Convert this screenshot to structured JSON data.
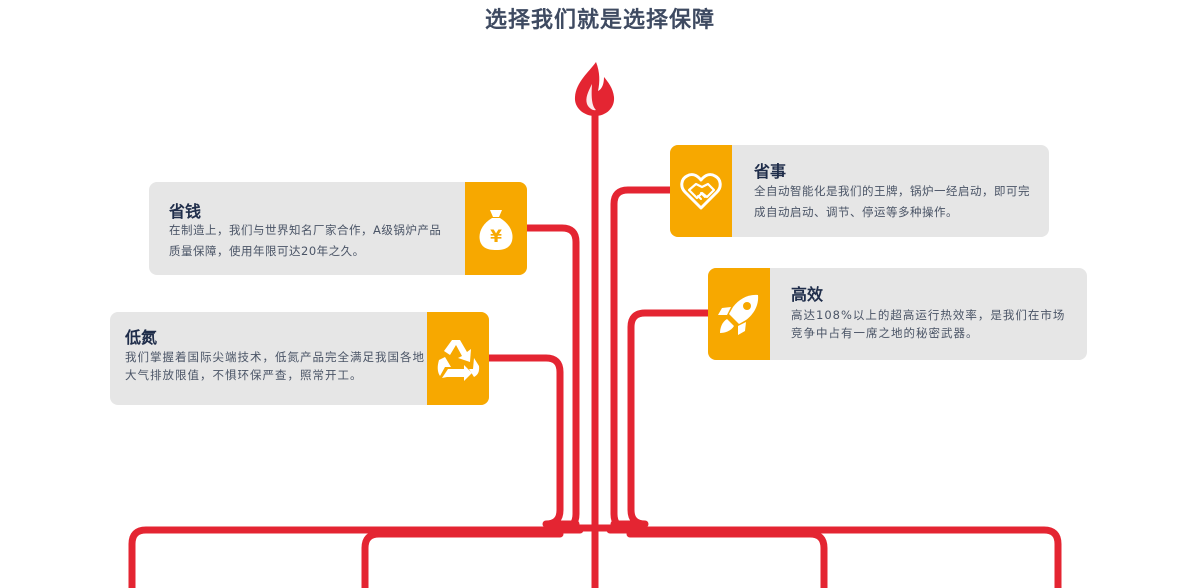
{
  "page": {
    "title": "选择我们就是选择保障"
  },
  "colors": {
    "line": "#e42532",
    "accent": "#f7a800",
    "card_bg": "#e6e6e6",
    "title": "#3e4a61"
  },
  "cards": {
    "save_money": {
      "icon": "money-bag-icon",
      "title": "省钱",
      "desc": "在制造上，我们与世界知名厂家合作，A级锅炉产品质量保障，使用年限可达20年之久。"
    },
    "low_nitrogen": {
      "icon": "recycle-icon",
      "title": "低氮",
      "desc": "我们掌握着国际尖端技术，低氮产品完全满足我国各地大气排放限值，不惧环保严查，照常开工。"
    },
    "save_effort": {
      "icon": "handshake-heart-icon",
      "title": "省事",
      "desc": "全自动智能化是我们的王牌，锅炉一经启动，即可完成自动启动、调节、停运等多种操作。"
    },
    "efficient": {
      "icon": "rocket-icon",
      "title": "高效",
      "desc": "高达108%以上的超高运行热效率，是我们在市场竞争中占有一席之地的秘密武器。"
    }
  }
}
